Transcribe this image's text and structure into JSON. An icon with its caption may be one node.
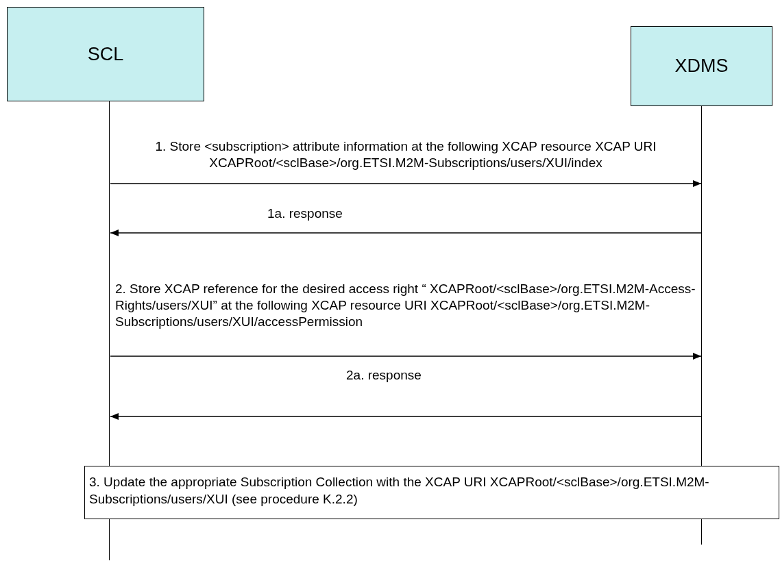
{
  "diagram": {
    "nodes": [
      {
        "text": [
          "SCL"
        ]
      },
      {
        "text": [
          "XDMS"
        ]
      },
      {
        "text": [],
        "shape": "line"
      },
      {
        "text": [],
        "shape": "line"
      },
      {
        "text": [
          "3. Update the appropriate Subscription Collection with the XCAP URI XCAPRoot/<sclBase>/org.ETSI.M2M-Subscriptions/users/XUI (see procedure K.2.2)"
        ]
      }
    ],
    "edges": [
      {
        "from": 2,
        "to": 3,
        "arrow": "to",
        "label": "1. Store <subscription> attribute information at the following XCAP resource XCAP URI XCAPRoot/<sclBase>/org.ETSI.M2M-Subscriptions/users/XUI/index"
      },
      {
        "from": 3,
        "to": 2,
        "arrow": "to",
        "label": "1a. response"
      },
      {
        "from": 2,
        "to": 3,
        "arrow": "to",
        "label": "2. Store XCAP reference for the desired access right “ XCAPRoot/<sclBase>/org.ETSI.M2M-Access-Rights/users/XUI” at the following XCAP resource URI XCAPRoot/<sclBase>/org.ETSI.M2M-Subscriptions/users/XUI/accessPermission"
      },
      {
        "from": 3,
        "to": 2,
        "arrow": "to",
        "label": "2a. response"
      }
    ]
  }
}
